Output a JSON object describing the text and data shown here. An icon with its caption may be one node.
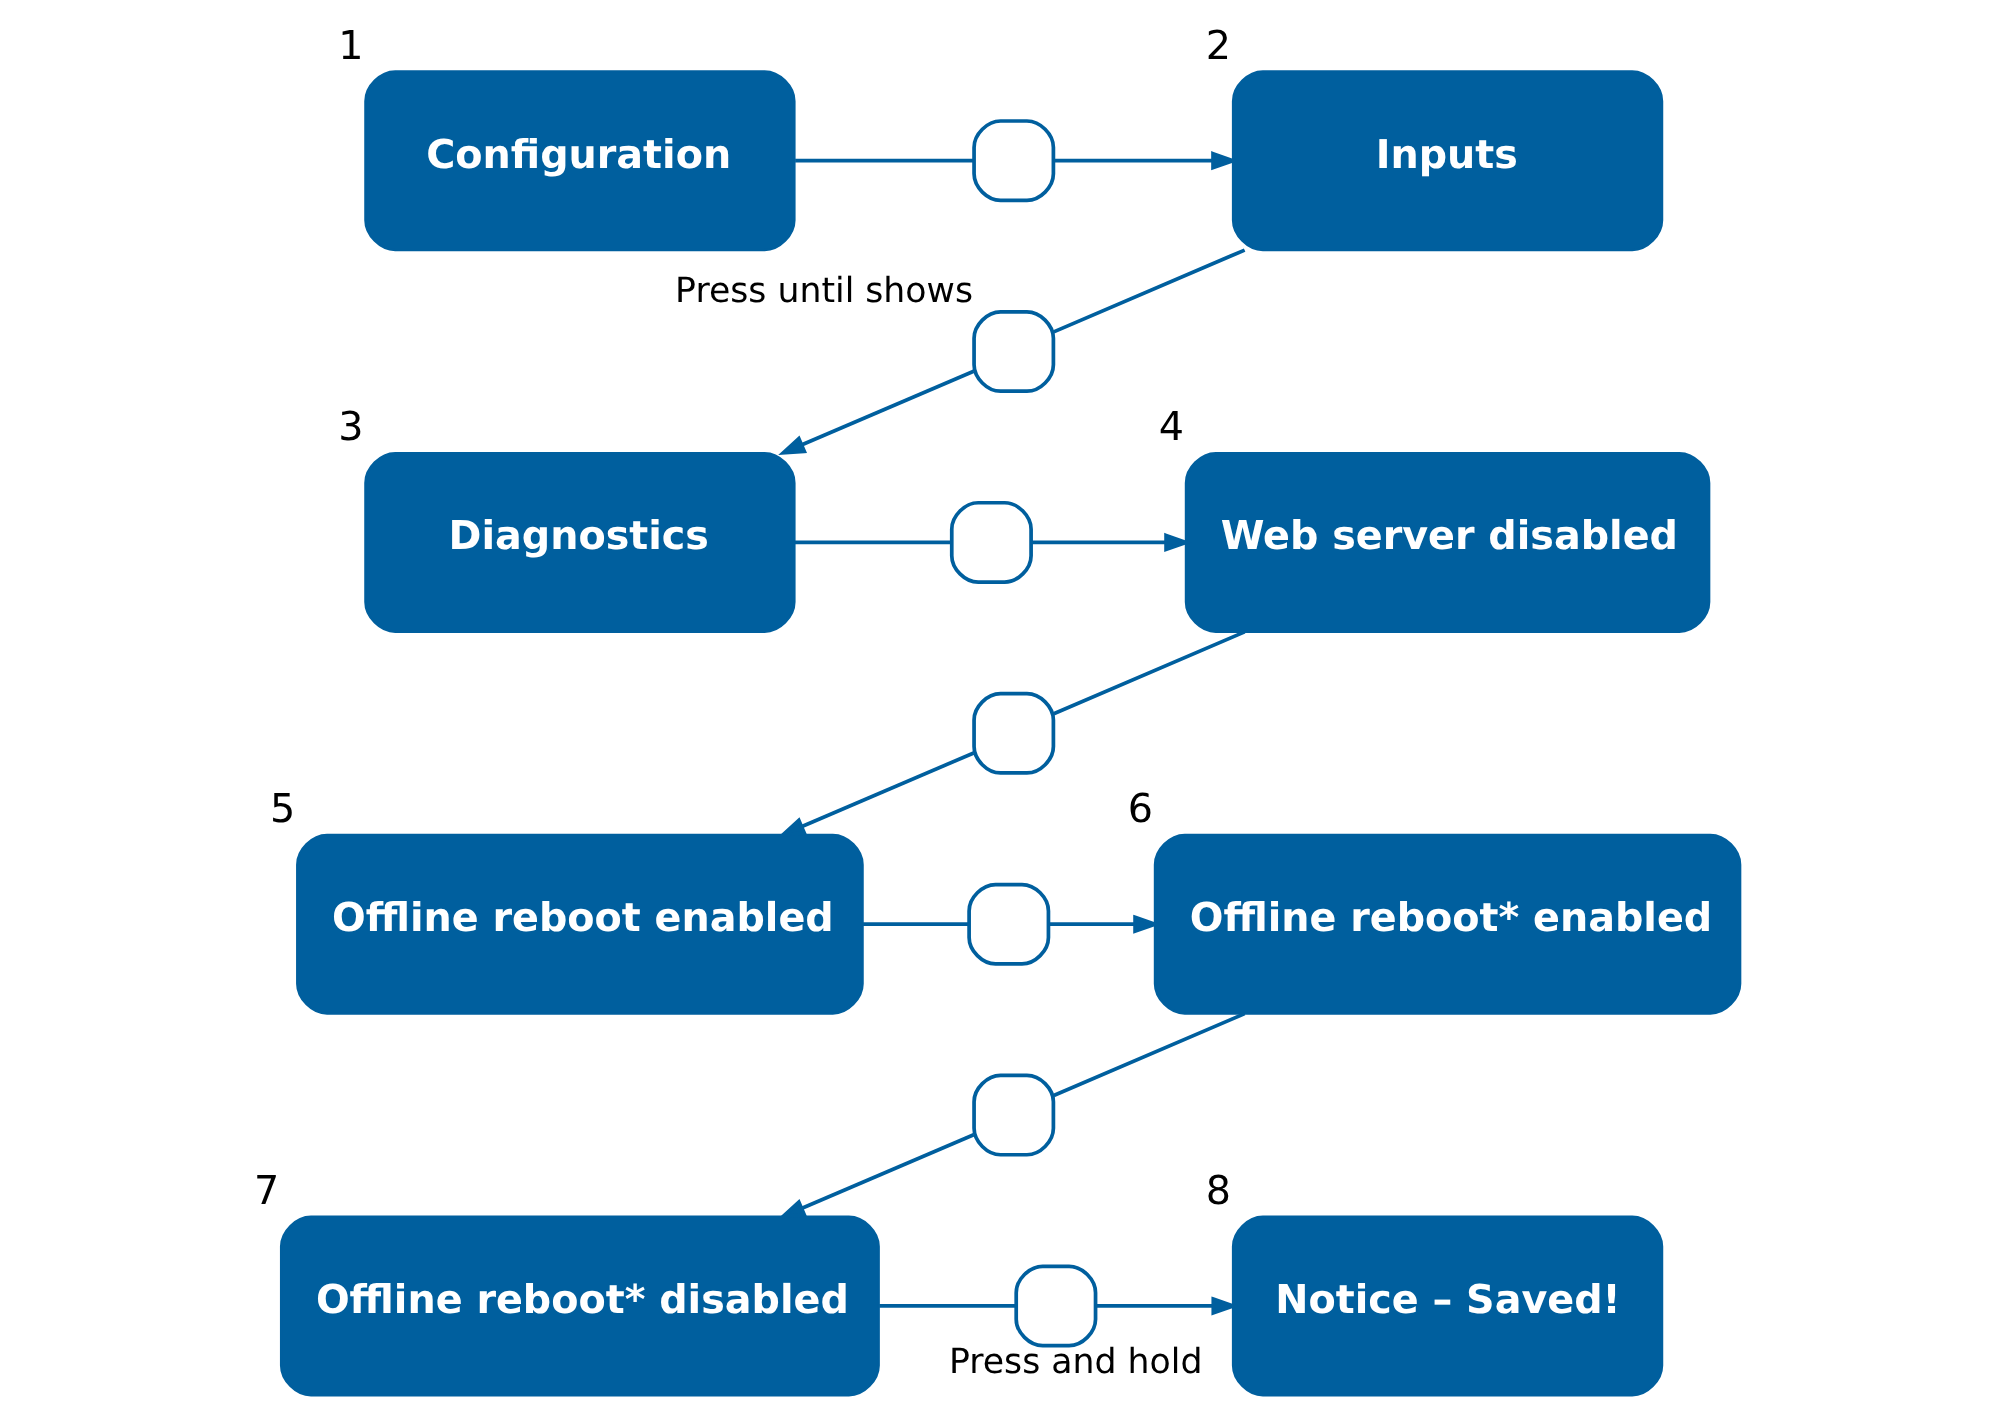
{
  "diagram": {
    "nodes": [
      {
        "text": [
          "Configuration"
        ],
        "beside": [
          "1"
        ]
      },
      {
        "text": [],
        "shape": "box"
      },
      {
        "text": [
          "Inputs"
        ],
        "beside": [
          "2"
        ]
      },
      {
        "text": [],
        "shape": "box",
        "beside": [
          "Press until shows"
        ]
      },
      {
        "text": [
          "Diagnostics"
        ],
        "beside": [
          "3"
        ]
      },
      {
        "text": [],
        "shape": "box"
      },
      {
        "text": [
          "Web server disabled"
        ],
        "beside": [
          "4"
        ]
      },
      {
        "text": [],
        "shape": "box"
      },
      {
        "text": [
          "Offline reboot enabled"
        ],
        "beside": [
          "5"
        ]
      },
      {
        "text": [],
        "shape": "box"
      },
      {
        "text": [
          "Offline reboot* enabled"
        ],
        "beside": [
          "6"
        ]
      },
      {
        "text": [],
        "shape": "box"
      },
      {
        "text": [
          "Offline reboot* disabled"
        ],
        "beside": [
          "7"
        ]
      },
      {
        "text": [],
        "shape": "box",
        "beside": [
          "Press and hold"
        ]
      },
      {
        "text": [
          "Notice – Saved!"
        ],
        "beside": [
          "8"
        ]
      }
    ],
    "edges": [
      {
        "from": 0,
        "to": 1,
        "arrow": "none"
      },
      {
        "from": 1,
        "to": 2,
        "arrow": "to"
      },
      {
        "from": 2,
        "to": 3,
        "arrow": "none"
      },
      {
        "from": 3,
        "to": 4,
        "arrow": "to"
      },
      {
        "from": 4,
        "to": 5,
        "arrow": "none"
      },
      {
        "from": 5,
        "to": 6,
        "arrow": "to"
      },
      {
        "from": 6,
        "to": 7,
        "arrow": "none"
      },
      {
        "from": 7,
        "to": 8,
        "arrow": "to"
      },
      {
        "from": 8,
        "to": 9,
        "arrow": "none"
      },
      {
        "from": 9,
        "to": 10,
        "arrow": "to"
      },
      {
        "from": 10,
        "to": 11,
        "arrow": "none"
      },
      {
        "from": 11,
        "to": 12,
        "arrow": "to"
      },
      {
        "from": 12,
        "to": 13,
        "arrow": "none"
      },
      {
        "from": 13,
        "to": 14,
        "arrow": "to"
      }
    ]
  }
}
